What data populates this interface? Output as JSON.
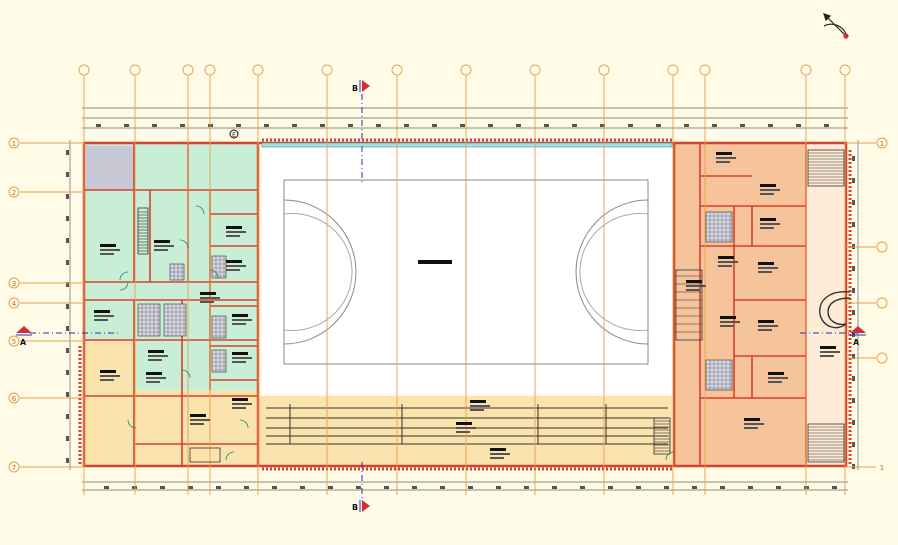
{
  "colors": {
    "background": "#fffbe6",
    "grid_line": "#e8a04a",
    "wall": "#d84030",
    "wall_dark": "#7a3a30",
    "service_zone": "#c8efd6",
    "stand_zone": "#fbe3ae",
    "office_zone": "#f6c49a",
    "court_line": "#8a8a8a",
    "dimension": "#555555",
    "section_marker": "#d03030",
    "section_line": "#2030c0"
  },
  "icons": [
    "north-arrow-icon",
    "section-marker-icon"
  ],
  "sections": {
    "top": "B",
    "bottom": "B",
    "left": "A",
    "right": "A"
  },
  "grid": {
    "left_labels": [
      "1",
      "2",
      "3",
      "4",
      "5",
      "6",
      "7"
    ],
    "right_labels": [
      "1",
      "",
      "",
      "",
      "1"
    ]
  },
  "dot_label": "E"
}
